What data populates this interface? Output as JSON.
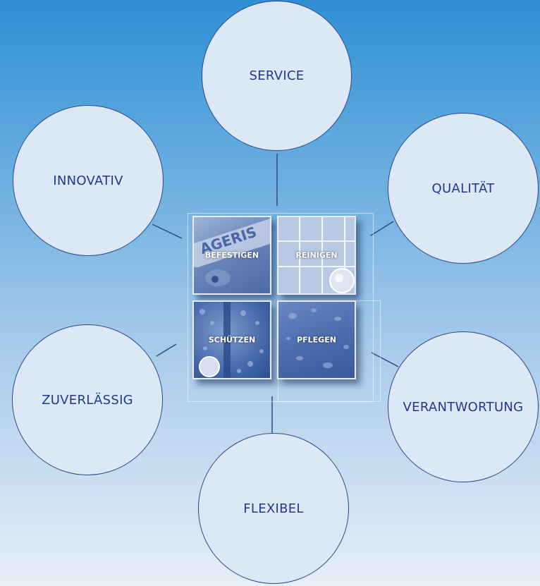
{
  "colors": {
    "bubble_fill": "#dde8f7",
    "bubble_outline": "#2d4a86",
    "bubble_text": "#1f3a86",
    "connector": "#2d4a86",
    "tile_text": "#ffffff"
  },
  "bubbles": {
    "service": "SERVICE",
    "innovativ": "INNOVATIV",
    "qualitaet": "QUALITÄT",
    "zuverlaessig": "ZUVERLÄSSIG",
    "verantwortung": "VERANTWORTUNG",
    "flexibel": "FLEXIBEL"
  },
  "tiles": {
    "befestigen": "BEFESTIGEN",
    "reinigen": "REINIGEN",
    "schuetzen": "SCHÜTZEN",
    "pflegen": "PFLEGEN"
  },
  "brand_text": "AGERIS"
}
